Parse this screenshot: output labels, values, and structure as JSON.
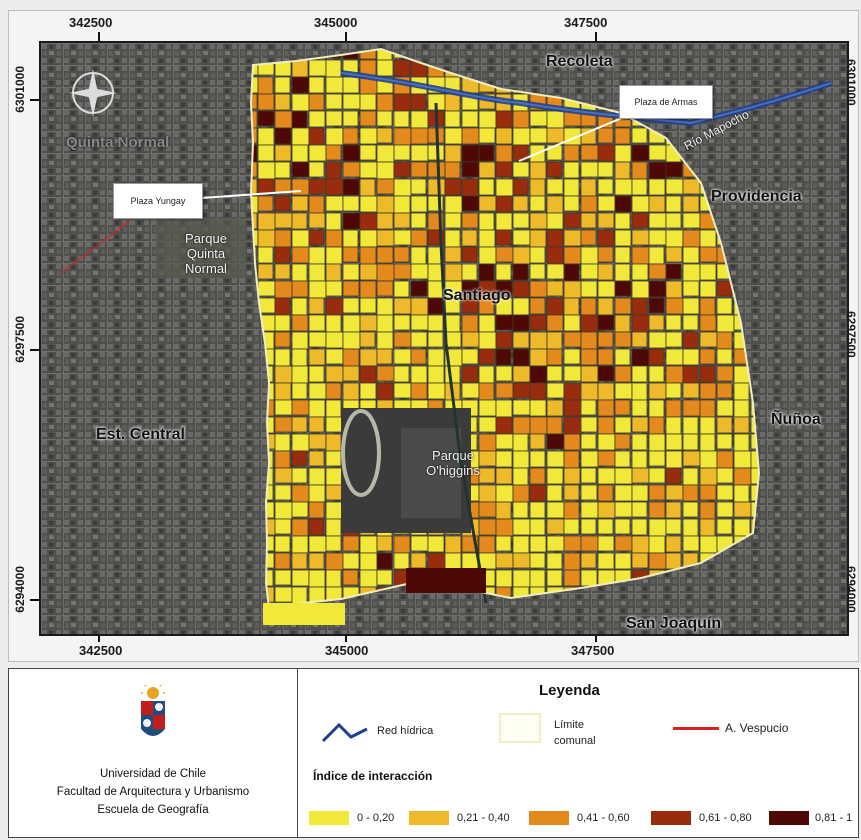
{
  "map": {
    "coords": {
      "top_x": [
        "342500",
        "345000",
        "347500"
      ],
      "bottom_x": [
        "342500",
        "345000",
        "347500"
      ],
      "left_y": [
        "6301000",
        "6297500",
        "6294000"
      ],
      "right_y": [
        "6301000",
        "6297500",
        "6294000"
      ]
    },
    "places": {
      "recoleta": "Recoleta",
      "quinta_normal": "Quinta Normal",
      "providencia": "Providencia",
      "santiago": "Santiago",
      "estacion_central": "Est. Central",
      "nunoa": "Ñuñoa",
      "san_joaquin": "San Joaquín",
      "parque_quinta_normal": "Parque Quinta Normal",
      "parque_ohiggins": "Parque O'higgins",
      "rio_mapocho": "Río Mapocho"
    },
    "callouts": {
      "plaza_armas": "Plaza de Armas",
      "plaza_yungay": "Plaza Yungay"
    }
  },
  "institution": {
    "line1": "Universidad de Chile",
    "line2": "Facultad de Arquitectura y Urbanismo",
    "line3": "Escuela de Geografía"
  },
  "legend": {
    "title": "Leyenda",
    "red_hidrica": "Red hídrica",
    "limite_line1": "Límite",
    "limite_line2": "comunal",
    "vespucio": "A. Vespucio",
    "indice_title": "Índice de interacción",
    "classes": [
      {
        "label": "0 - 0,20",
        "color": "#f2e83a"
      },
      {
        "label": "0,21 - 0,40",
        "color": "#eeba2a"
      },
      {
        "label": "0,41 - 0,60",
        "color": "#e48a1c"
      },
      {
        "label": "0,61 - 0,80",
        "color": "#9a2c0e"
      },
      {
        "label": "0,81 - 1",
        "color": "#4e0806"
      }
    ],
    "colors": {
      "river": "#1f3f8e",
      "vespucio": "#d72020",
      "limite": "#f0eec0"
    }
  }
}
